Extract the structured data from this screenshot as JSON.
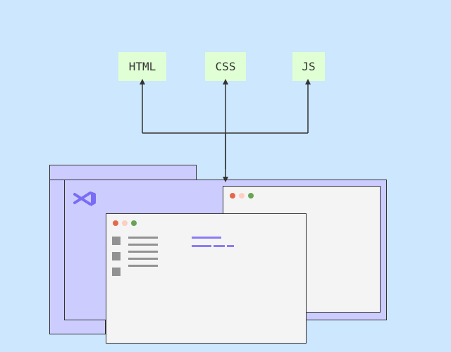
{
  "tech_boxes": [
    {
      "label": "HTML"
    },
    {
      "label": "CSS"
    },
    {
      "label": "JS"
    }
  ],
  "colors": {
    "background": "#cce7fe",
    "tech_box": "#e0ffd4",
    "panel": "#cdccff",
    "window": "#f4f4f4",
    "stroke": "#333333",
    "vs_logo": "#7b6cf6",
    "dot_red": "#e4694c",
    "dot_peach": "#fbcfc2",
    "dot_green": "#66a551",
    "placeholder_gray": "#929292",
    "code_purple": "#8a7cf8"
  },
  "icons": {
    "editor_logo": "visual-studio-icon"
  }
}
